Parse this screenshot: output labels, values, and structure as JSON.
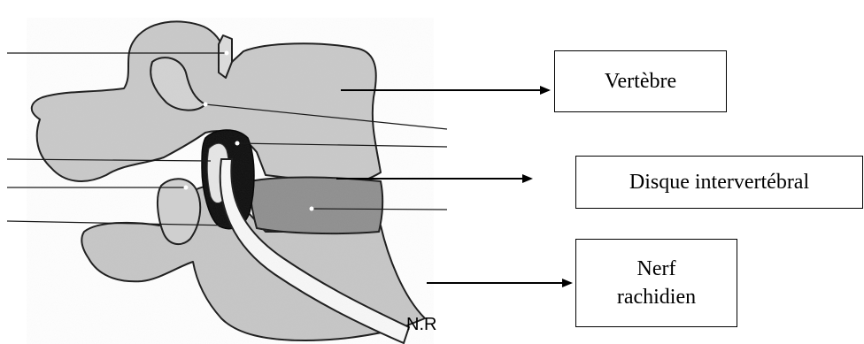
{
  "labels": {
    "vertebre": "Vertèbre",
    "disque": "Disque intervertébral",
    "nerf_line1": "Nerf",
    "nerf_line2": "rachidien"
  },
  "figure": {
    "nerve_tag": "N.R"
  },
  "colors": {
    "bone": "#c9c9c9",
    "disc": "#8f8f8f",
    "canal": "#0e0e0e",
    "nerve": "#f8f8f8",
    "outline": "#1a1a1a"
  }
}
